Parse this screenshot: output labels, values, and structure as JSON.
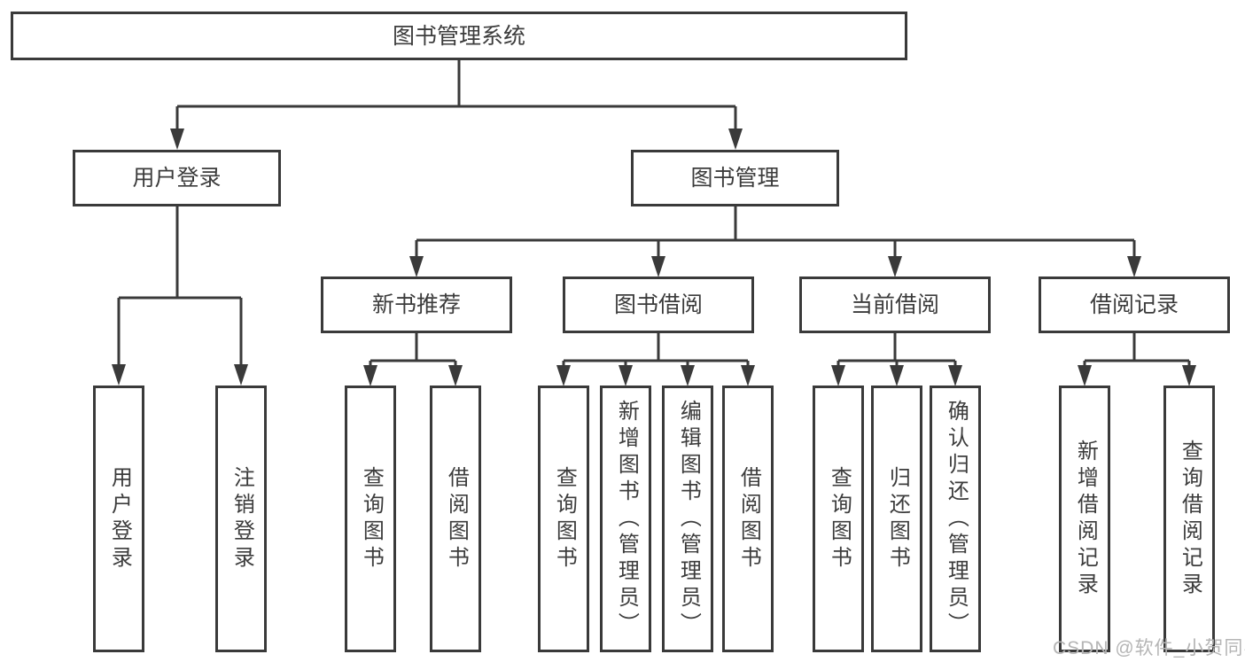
{
  "diagram": {
    "title": "图书管理系统",
    "colors": {
      "line": "#3a3a3a",
      "text": "#3c3c3c",
      "bg": "#ffffff",
      "watermark": "#b5b5b5"
    },
    "root": {
      "label": "图书管理系统"
    },
    "branches": [
      {
        "label": "用户登录",
        "leaves": [
          {
            "label": "用户登录"
          },
          {
            "label": "注销登录"
          }
        ]
      },
      {
        "label": "图书管理",
        "groups": [
          {
            "label": "新书推荐",
            "leaves": [
              {
                "label": "查询图书"
              },
              {
                "label": "借阅图书"
              }
            ]
          },
          {
            "label": "图书借阅",
            "leaves": [
              {
                "label": "查询图书"
              },
              {
                "label": "新增图书（管理员）"
              },
              {
                "label": "编辑图书（管理员）"
              },
              {
                "label": "借阅图书"
              }
            ]
          },
          {
            "label": "当前借阅",
            "leaves": [
              {
                "label": "查询图书"
              },
              {
                "label": "归还图书"
              },
              {
                "label": "确认归还（管理员）"
              }
            ]
          },
          {
            "label": "借阅记录",
            "leaves": [
              {
                "label": "新增借阅记录"
              },
              {
                "label": "查询借阅记录"
              }
            ]
          }
        ]
      }
    ],
    "watermark": "CSDN @软件_小贺同学"
  }
}
